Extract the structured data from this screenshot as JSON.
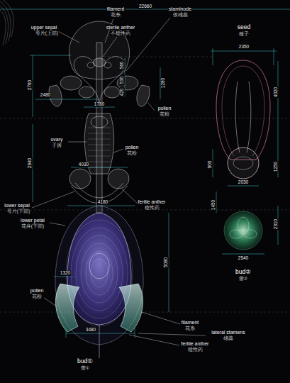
{
  "diagram": {
    "labels": [
      "22660",
      "upper sepal",
      "萼片(上部)",
      "filament",
      "花糸",
      "sterile anther",
      "不稔性葯",
      "staminode",
      "仮雄蕊",
      "seed",
      "種子",
      "2350",
      "560",
      "530",
      "420",
      "1280",
      "2760",
      "2480",
      "1780",
      "pollen",
      "花粉",
      "4020",
      "ovary",
      "子房",
      "pollen",
      "花粉",
      "2940",
      "4030",
      "900",
      "1250",
      "2030",
      "4180",
      "lower sepal",
      "萼片(下部)",
      "lower petal",
      "花弁(下部)",
      "fertile anther",
      "稔性葯",
      "1450",
      "2310",
      "2540",
      "bud②",
      "蕾②",
      "5080",
      "1320",
      "pollen",
      "花粉",
      "3480",
      "filament",
      "花糸",
      "lateral stamens",
      "雄蕊",
      "fertile anther",
      "稔性葯",
      "bud①",
      "蕾①"
    ]
  }
}
